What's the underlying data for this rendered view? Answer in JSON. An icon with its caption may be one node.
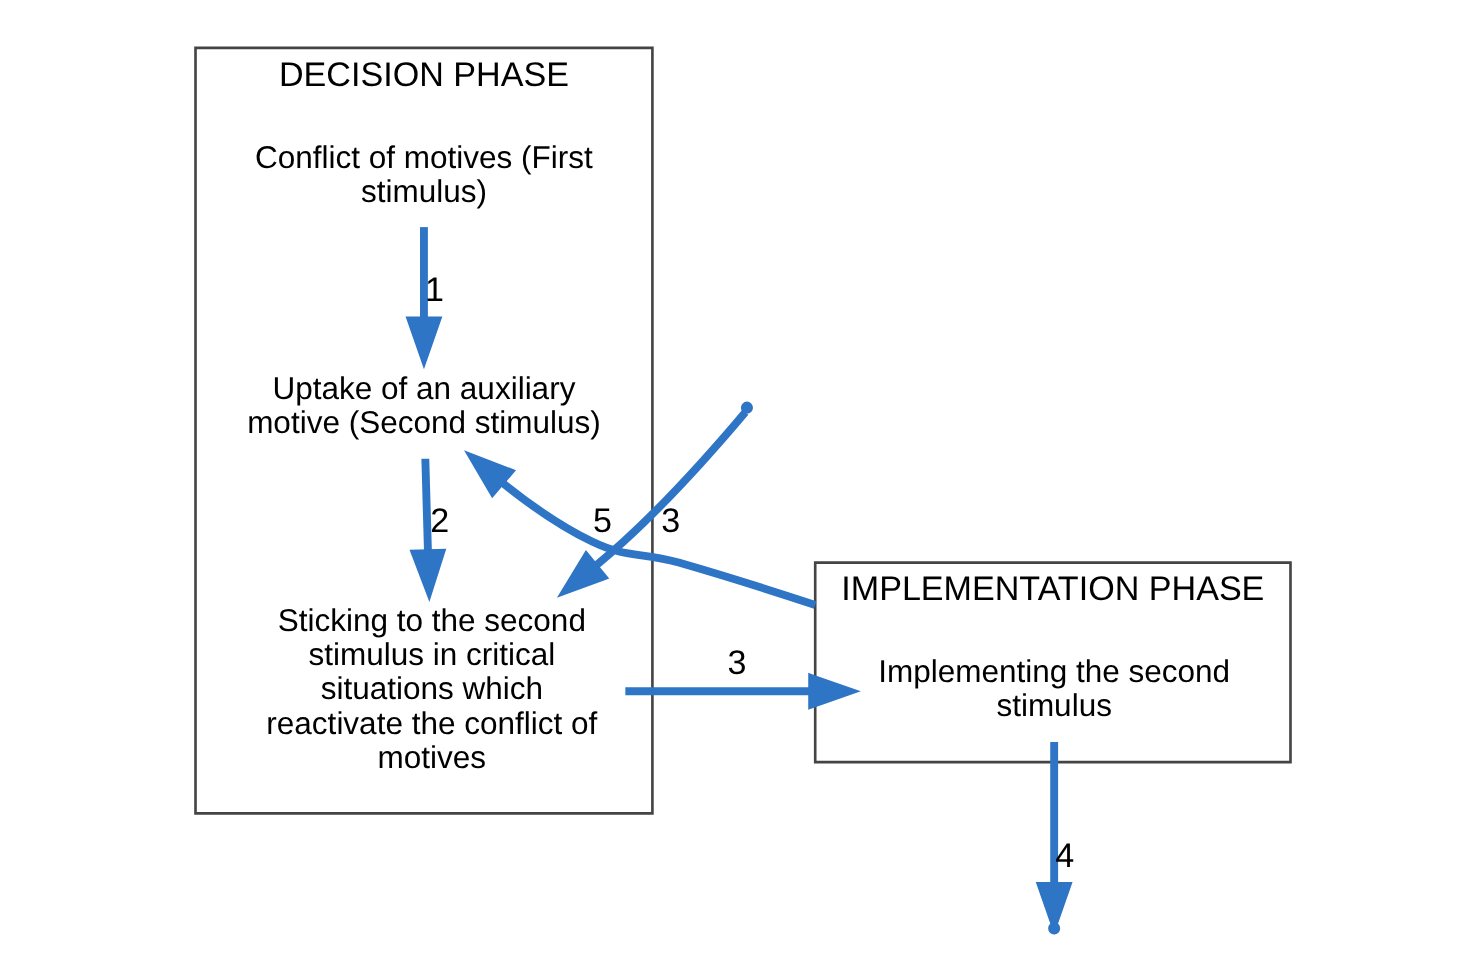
{
  "diagram": {
    "nodes": [
      {
        "text": [
          "DECISION PHASE"
        ]
      },
      {
        "text": [
          "Conflict of motives (First stimulus)"
        ],
        "in": 0
      },
      {
        "text": [
          "Uptake of an auxiliary motive (Second stimulus)"
        ],
        "in": 0
      },
      {
        "text": [
          "Sticking to the second stimulus in critical situations which reactivate the conflict of motives"
        ],
        "in": 0
      },
      {
        "text": [
          "IMPLEMENTATION PHASE"
        ]
      },
      {
        "text": [
          "Implementing the second stimulus"
        ],
        "in": 4
      }
    ],
    "edges": [
      {
        "from": 1,
        "to": 2,
        "arrow": "to",
        "label": "1"
      },
      {
        "from": 2,
        "to": 3,
        "arrow": "to",
        "label": "2"
      },
      {
        "from": null,
        "to": 3,
        "arrow": "to",
        "label": "3"
      },
      {
        "from": 3,
        "to": 5,
        "arrow": "to",
        "label": "3"
      },
      {
        "from": 5,
        "to": null,
        "arrow": "to",
        "label": "4"
      },
      {
        "from": 4,
        "to": 2,
        "arrow": "to",
        "label": "5"
      }
    ]
  }
}
